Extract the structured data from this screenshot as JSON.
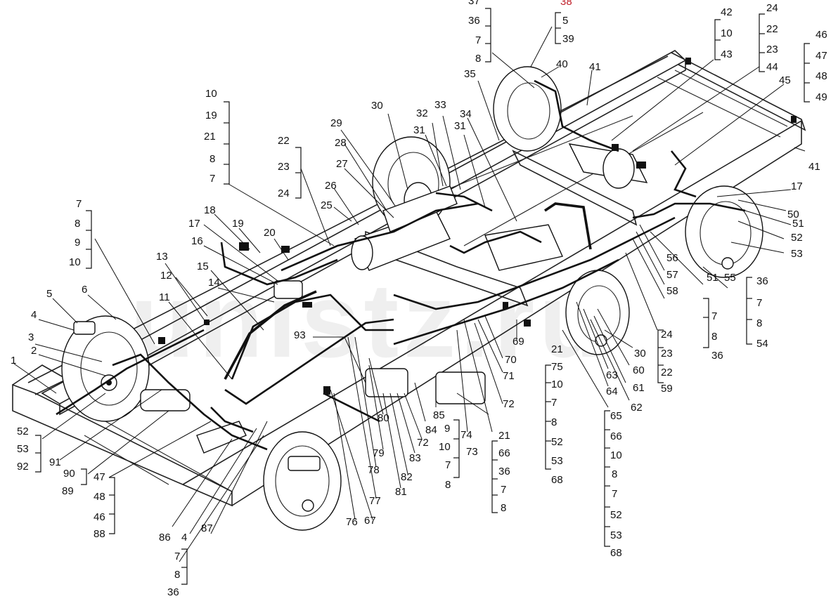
{
  "watermark": "unistz.ru",
  "callouts": [
    {
      "id": "c37a",
      "text": "37"
    },
    {
      "id": "c36a",
      "text": "36"
    },
    {
      "id": "c7a",
      "text": "7"
    },
    {
      "id": "c8a",
      "text": "8"
    },
    {
      "id": "c38",
      "text": "38"
    },
    {
      "id": "c5a",
      "text": "5"
    },
    {
      "id": "c39",
      "text": "39"
    },
    {
      "id": "c40",
      "text": "40"
    },
    {
      "id": "c41a",
      "text": "41"
    },
    {
      "id": "c42",
      "text": "42"
    },
    {
      "id": "c10a",
      "text": "10"
    },
    {
      "id": "c43",
      "text": "43"
    },
    {
      "id": "c24a",
      "text": "24"
    },
    {
      "id": "c22a",
      "text": "22"
    },
    {
      "id": "c23a",
      "text": "23"
    },
    {
      "id": "c44",
      "text": "44"
    },
    {
      "id": "c46",
      "text": "46"
    },
    {
      "id": "c47a",
      "text": "47"
    },
    {
      "id": "c48a",
      "text": "48"
    },
    {
      "id": "c49",
      "text": "49"
    },
    {
      "id": "c45",
      "text": "45"
    },
    {
      "id": "c41b",
      "text": "41"
    },
    {
      "id": "c35",
      "text": "35"
    },
    {
      "id": "c30a",
      "text": "30"
    },
    {
      "id": "c32",
      "text": "32"
    },
    {
      "id": "c33",
      "text": "33"
    },
    {
      "id": "c34",
      "text": "34"
    },
    {
      "id": "c31a",
      "text": "31"
    },
    {
      "id": "c31b",
      "text": "31"
    },
    {
      "id": "c29",
      "text": "29"
    },
    {
      "id": "c28",
      "text": "28"
    },
    {
      "id": "c27",
      "text": "27"
    },
    {
      "id": "c26",
      "text": "26"
    },
    {
      "id": "c25",
      "text": "25"
    },
    {
      "id": "c10b",
      "text": "10"
    },
    {
      "id": "c19a",
      "text": "19"
    },
    {
      "id": "c21a",
      "text": "21"
    },
    {
      "id": "c8b",
      "text": "8"
    },
    {
      "id": "c7b",
      "text": "7"
    },
    {
      "id": "c22b",
      "text": "22"
    },
    {
      "id": "c23b",
      "text": "23"
    },
    {
      "id": "c24b",
      "text": "24"
    },
    {
      "id": "c18",
      "text": "18"
    },
    {
      "id": "c17a",
      "text": "17"
    },
    {
      "id": "c19b",
      "text": "19"
    },
    {
      "id": "c20",
      "text": "20"
    },
    {
      "id": "c16",
      "text": "16"
    },
    {
      "id": "c7c",
      "text": "7"
    },
    {
      "id": "c8c",
      "text": "8"
    },
    {
      "id": "c9a",
      "text": "9"
    },
    {
      "id": "c10c",
      "text": "10"
    },
    {
      "id": "c13",
      "text": "13"
    },
    {
      "id": "c12",
      "text": "12"
    },
    {
      "id": "c15",
      "text": "15"
    },
    {
      "id": "c14",
      "text": "14"
    },
    {
      "id": "c11",
      "text": "11"
    },
    {
      "id": "c5b",
      "text": "5"
    },
    {
      "id": "c6",
      "text": "6"
    },
    {
      "id": "c4a",
      "text": "4"
    },
    {
      "id": "c3",
      "text": "3"
    },
    {
      "id": "c2",
      "text": "2"
    },
    {
      "id": "c1",
      "text": "1"
    },
    {
      "id": "c93",
      "text": "93"
    },
    {
      "id": "c17b",
      "text": "17"
    },
    {
      "id": "c50",
      "text": "50"
    },
    {
      "id": "c51a",
      "text": "51"
    },
    {
      "id": "c52a",
      "text": "52"
    },
    {
      "id": "c53a",
      "text": "53"
    },
    {
      "id": "c56",
      "text": "56"
    },
    {
      "id": "c57",
      "text": "57"
    },
    {
      "id": "c58",
      "text": "58"
    },
    {
      "id": "c51b",
      "text": "51"
    },
    {
      "id": "c55",
      "text": "55"
    },
    {
      "id": "c36b",
      "text": "36"
    },
    {
      "id": "c7d",
      "text": "7"
    },
    {
      "id": "c8d",
      "text": "8"
    },
    {
      "id": "c54",
      "text": "54"
    },
    {
      "id": "c7e",
      "text": "7"
    },
    {
      "id": "c8e",
      "text": "8"
    },
    {
      "id": "c36c",
      "text": "36"
    },
    {
      "id": "c24c",
      "text": "24"
    },
    {
      "id": "c23c",
      "text": "23"
    },
    {
      "id": "c22c",
      "text": "22"
    },
    {
      "id": "c59",
      "text": "59"
    },
    {
      "id": "c30b",
      "text": "30"
    },
    {
      "id": "c60",
      "text": "60"
    },
    {
      "id": "c61",
      "text": "61"
    },
    {
      "id": "c62",
      "text": "62"
    },
    {
      "id": "c63",
      "text": "63"
    },
    {
      "id": "c64",
      "text": "64"
    },
    {
      "id": "c69",
      "text": "69"
    },
    {
      "id": "c70",
      "text": "70"
    },
    {
      "id": "c71",
      "text": "71"
    },
    {
      "id": "c72a",
      "text": "72"
    },
    {
      "id": "c21b",
      "text": "21"
    },
    {
      "id": "c75",
      "text": "75"
    },
    {
      "id": "c10d",
      "text": "10"
    },
    {
      "id": "c7f",
      "text": "7"
    },
    {
      "id": "c8f",
      "text": "8"
    },
    {
      "id": "c52b",
      "text": "52"
    },
    {
      "id": "c53b",
      "text": "53"
    },
    {
      "id": "c68a",
      "text": "68"
    },
    {
      "id": "c65",
      "text": "65"
    },
    {
      "id": "c66a",
      "text": "66"
    },
    {
      "id": "c10e",
      "text": "10"
    },
    {
      "id": "c8g",
      "text": "8"
    },
    {
      "id": "c7g",
      "text": "7"
    },
    {
      "id": "c52c",
      "text": "52"
    },
    {
      "id": "c53c",
      "text": "53"
    },
    {
      "id": "c68b",
      "text": "68"
    },
    {
      "id": "c85",
      "text": "85"
    },
    {
      "id": "c84",
      "text": "84"
    },
    {
      "id": "c72b",
      "text": "72"
    },
    {
      "id": "c74",
      "text": "74"
    },
    {
      "id": "c73",
      "text": "73"
    },
    {
      "id": "c9b",
      "text": "9"
    },
    {
      "id": "c10f",
      "text": "10"
    },
    {
      "id": "c7h",
      "text": "7"
    },
    {
      "id": "c8h",
      "text": "8"
    },
    {
      "id": "c21c",
      "text": "21"
    },
    {
      "id": "c66b",
      "text": "66"
    },
    {
      "id": "c36d",
      "text": "36"
    },
    {
      "id": "c7i",
      "text": "7"
    },
    {
      "id": "c8i",
      "text": "8"
    },
    {
      "id": "c80",
      "text": "80"
    },
    {
      "id": "c79",
      "text": "79"
    },
    {
      "id": "c83",
      "text": "83"
    },
    {
      "id": "c82",
      "text": "82"
    },
    {
      "id": "c81",
      "text": "81"
    },
    {
      "id": "c78",
      "text": "78"
    },
    {
      "id": "c77",
      "text": "77"
    },
    {
      "id": "c76",
      "text": "76"
    },
    {
      "id": "c67",
      "text": "67"
    },
    {
      "id": "c52d",
      "text": "52"
    },
    {
      "id": "c53d",
      "text": "53"
    },
    {
      "id": "c92",
      "text": "92"
    },
    {
      "id": "c91",
      "text": "91"
    },
    {
      "id": "c90",
      "text": "90"
    },
    {
      "id": "c89",
      "text": "89"
    },
    {
      "id": "c47b",
      "text": "47"
    },
    {
      "id": "c48b",
      "text": "48"
    },
    {
      "id": "c46b",
      "text": "46"
    },
    {
      "id": "c88",
      "text": "88"
    },
    {
      "id": "c86",
      "text": "86"
    },
    {
      "id": "c4b",
      "text": "4"
    },
    {
      "id": "c87",
      "text": "87"
    },
    {
      "id": "c7j",
      "text": "7"
    },
    {
      "id": "c8j",
      "text": "8"
    },
    {
      "id": "c36e",
      "text": "36"
    }
  ]
}
